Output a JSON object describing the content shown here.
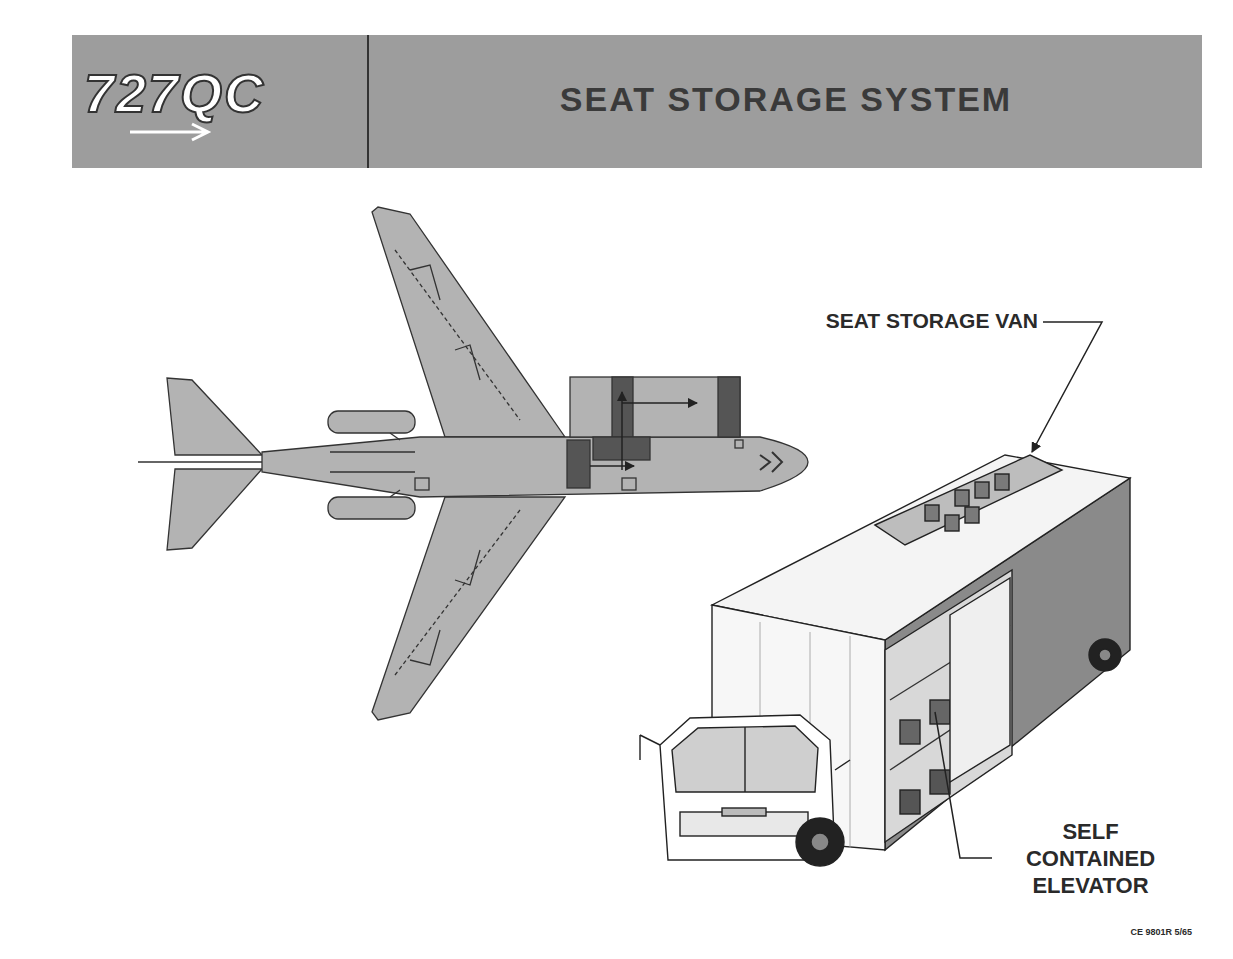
{
  "diagram": {
    "title": "SEAT STORAGE SYSTEM",
    "labels": [
      "727QC",
      "SEAT STORAGE VAN",
      "SELF CONTAINED ELEVATOR",
      "CE 9801R 5/65"
    ]
  }
}
